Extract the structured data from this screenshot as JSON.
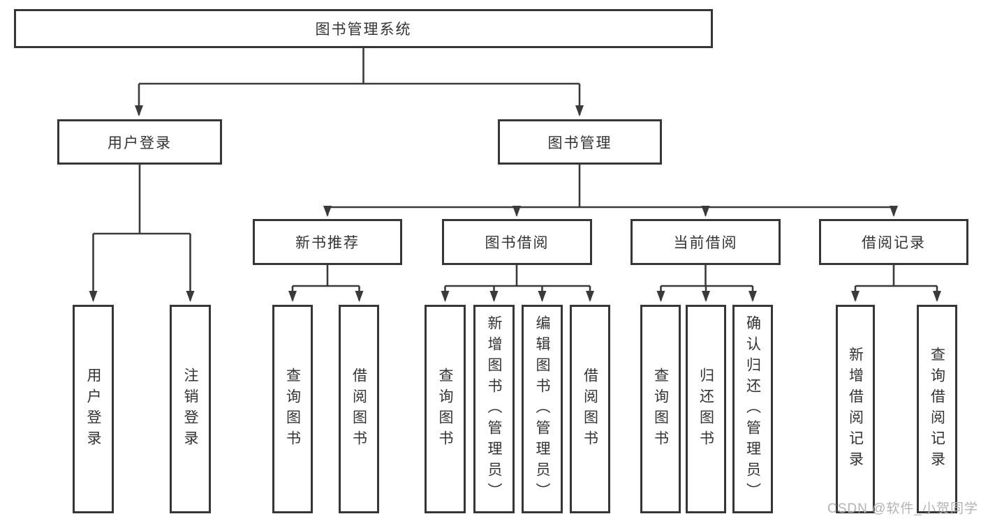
{
  "diagram": {
    "type": "hierarchy-chart",
    "tree": {
      "root": {
        "label": "图书管理系统"
      },
      "branches": [
        {
          "label": "用户登录",
          "children": [
            {
              "label": "用户登录"
            },
            {
              "label": "注销登录"
            }
          ]
        },
        {
          "label": "图书管理",
          "children": [
            {
              "label": "新书推荐",
              "children": [
                {
                  "label": "查询图书"
                },
                {
                  "label": "借阅图书"
                }
              ]
            },
            {
              "label": "图书借阅",
              "children": [
                {
                  "label": "查询图书"
                },
                {
                  "label": "新增图书（管理员）"
                },
                {
                  "label": "编辑图书（管理员）"
                },
                {
                  "label": "借阅图书"
                }
              ]
            },
            {
              "label": "当前借阅",
              "children": [
                {
                  "label": "查询图书"
                },
                {
                  "label": "归还图书"
                },
                {
                  "label": "确认归还（管理员）"
                }
              ]
            },
            {
              "label": "借阅记录",
              "children": [
                {
                  "label": "新增借阅记录"
                },
                {
                  "label": "查询借阅记录"
                }
              ]
            }
          ]
        }
      ]
    },
    "colors": {
      "line": "#3a3a3a",
      "box_border": "#363636",
      "text": "#333333",
      "background": "#ffffff",
      "watermark": "#b3b3b3"
    }
  },
  "watermark": "CSDN @软件_小贺同学"
}
